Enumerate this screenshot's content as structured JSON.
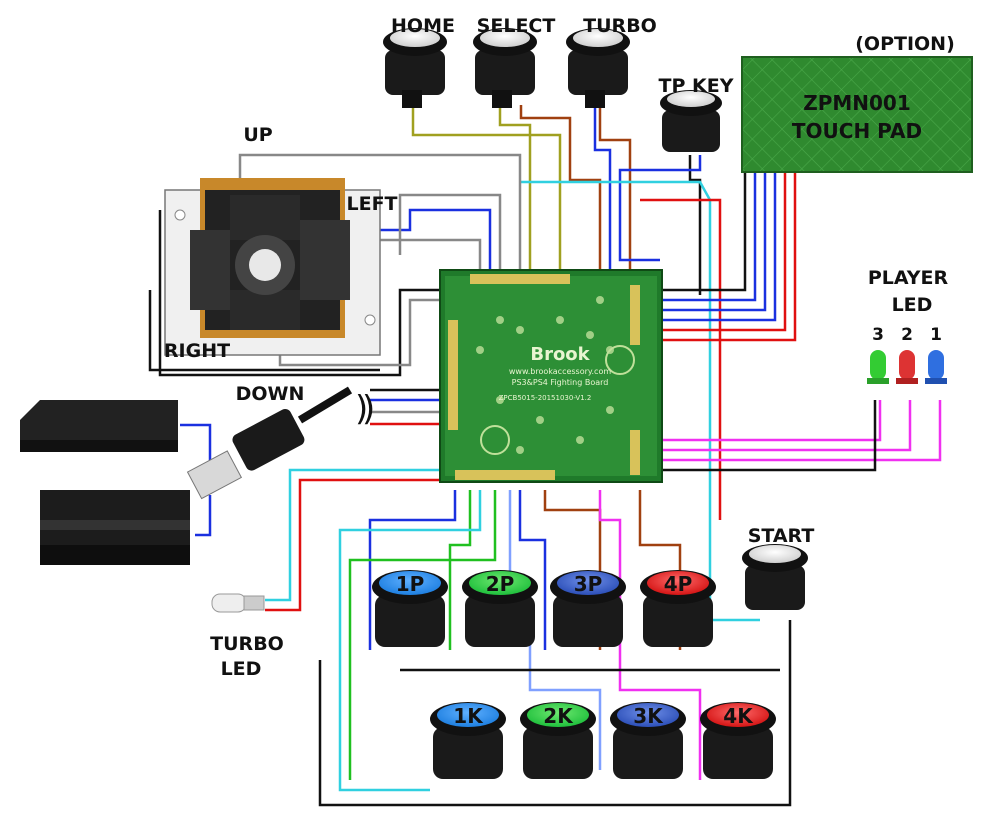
{
  "labels": {
    "home": "HOME",
    "select": "SELECT",
    "turbo": "TURBO",
    "option": "(OPTION)",
    "tp_key": "TP KEY",
    "touchpad_line1": "ZPMN001",
    "touchpad_line2": "TOUCH PAD",
    "up": "UP",
    "left": "LEFT",
    "right": "RIGHT",
    "down": "DOWN",
    "player_led_line1": "PLAYER",
    "player_led_line2": "LED",
    "led_3": "3",
    "led_2": "2",
    "led_1": "1",
    "start": "START",
    "turbo_led_line1": "TURBO",
    "turbo_led_line2": "LED"
  },
  "buttons": {
    "p1": "1P",
    "p2": "2P",
    "p3": "3P",
    "p4": "4P",
    "k1": "1K",
    "k2": "2K",
    "k3": "3K",
    "k4": "4K"
  },
  "pcb": {
    "brand": "Brook",
    "url": "www.brookaccessory.com",
    "name": "PS3&PS4 Fighting Board",
    "version": "ZPCB5015-20151030-V1.2"
  },
  "colors": {
    "blue": "#1a73d9",
    "green": "#22b14c",
    "red": "#e02020",
    "cap_blue": "#1e7fe0",
    "cap_green": "#1fbf3c",
    "cap_navy": "#2c4fb8",
    "cap_red": "#e01818",
    "wire_blue": "#1a30e0",
    "wire_red": "#e01010",
    "wire_olive": "#a0a020",
    "wire_brown": "#a04010",
    "wire_cyan": "#30d0e0",
    "wire_pink": "#f030f0",
    "wire_lightblue": "#80a0ff",
    "wire_green": "#20c020"
  },
  "icons": [
    "arcade-button-icon",
    "joystick-icon",
    "console-icon",
    "usb-plug-icon",
    "led-icon",
    "pcb-icon",
    "touchpad-icon"
  ]
}
